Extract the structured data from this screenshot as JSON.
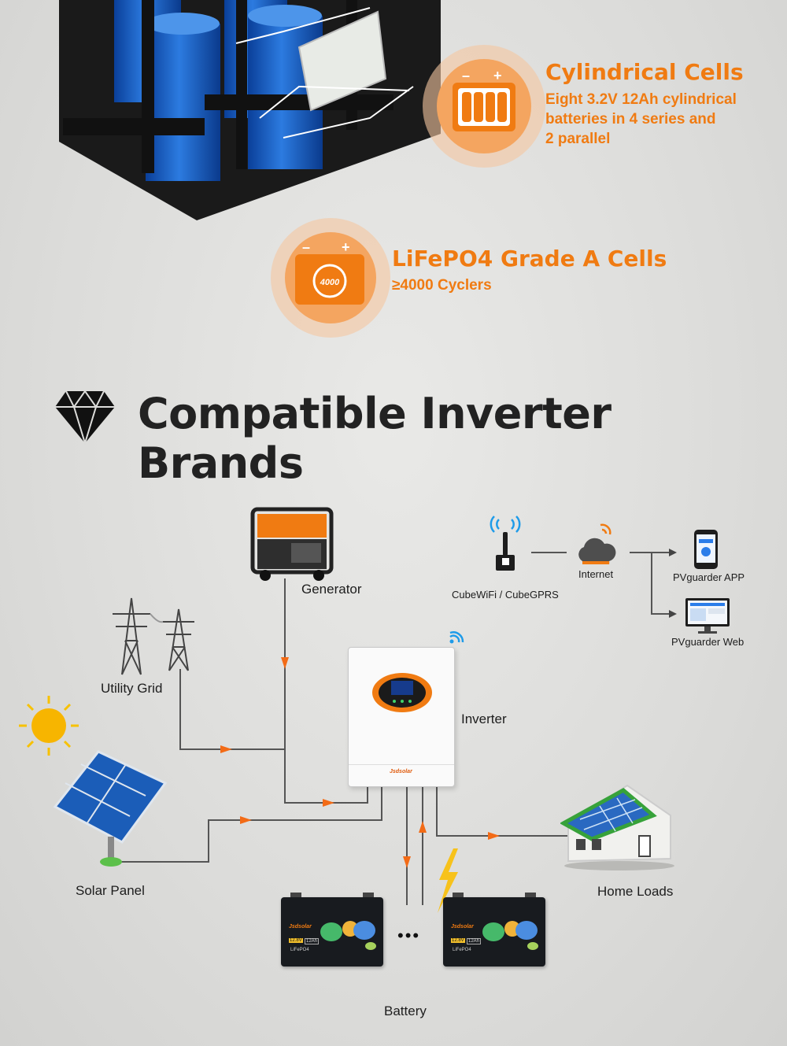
{
  "features": [
    {
      "title": "Cylindrical Cells",
      "description_lines": [
        "Eight 3.2V 12Ah cylindrical",
        "batteries in 4 series and",
        "2 parallel"
      ],
      "icon": "battery-cells-icon"
    },
    {
      "title": "LiFePO4 Grade A Cells",
      "description_lines": [
        "≥4000 Cyclers"
      ],
      "icon_badge": "4000",
      "icon": "battery-cycle-icon"
    }
  ],
  "section": {
    "title": "Compatible Inverter Brands",
    "icon": "diamond-icon"
  },
  "diagram": {
    "nodes": {
      "generator": "Generator",
      "utility_grid": "Utility Grid",
      "solar_panel": "Solar Panel",
      "inverter": "Inverter",
      "home_loads": "Home Loads",
      "battery": "Battery",
      "wifi_module": "CubeWiFi / CubeGPRS",
      "internet": "Internet",
      "app": "PVguarder APP",
      "web": "PVguarder Web"
    },
    "battery_brand": "Jsdsolar",
    "battery_voltage": "12.8V",
    "battery_capacity": "12Ah",
    "battery_chemistry": "LiFePO4",
    "battery_separator": "•••",
    "inverter_brand": "Jsdsolar"
  },
  "colors": {
    "accent": "#f07b12",
    "flow_line": "#555555",
    "arrow": "#f36b16"
  }
}
